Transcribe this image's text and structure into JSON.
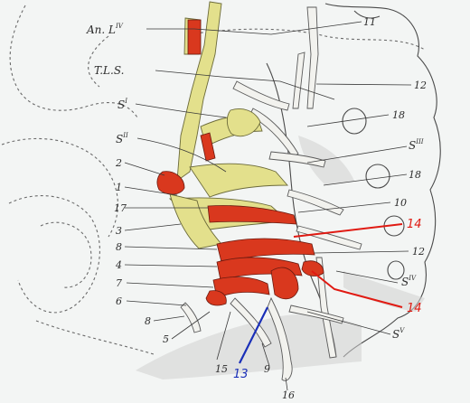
{
  "labels": {
    "an_l": "An. L",
    "an_l_sup": "IV",
    "tls": "T.L.S.",
    "s1": "S",
    "s1_sup": "I",
    "s2": "S",
    "s2_sup": "II",
    "s3": "S",
    "s3_sup": "III",
    "s4": "S",
    "s4_sup": "IV",
    "s5": "S",
    "s5_sup": "V",
    "n1": "1",
    "n2": "2",
    "n3": "3",
    "n4": "4",
    "n5": "5",
    "n6": "6",
    "n7": "7",
    "n8a": "8",
    "n8b": "8",
    "n9": "9",
    "n10": "10",
    "n11": "11",
    "n12a": "12",
    "n12b": "12",
    "n13": "13",
    "n14a": "14",
    "n14b": "14",
    "n15": "15",
    "n16": "16",
    "n17": "17",
    "n18a": "18",
    "n18b": "18"
  },
  "colors": {
    "nerve": "#e3e08c",
    "vessel": "#d9381e",
    "highlight_red": "#e01a12",
    "highlight_blue": "#1a2fb8",
    "background": "#f3f5f4"
  }
}
